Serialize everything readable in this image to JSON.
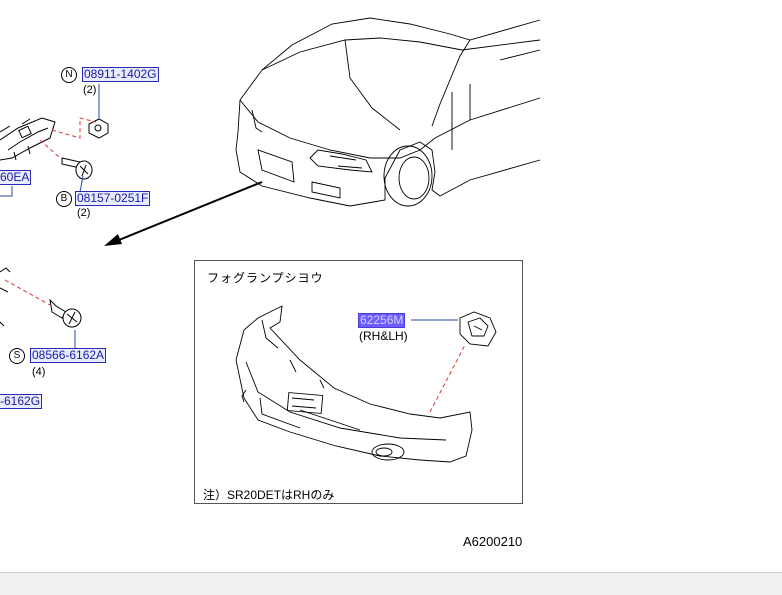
{
  "parts": {
    "p_08911": {
      "badge": "N",
      "number": "08911-1402G",
      "qty": "(2)"
    },
    "p_60ea": {
      "number": "60EA"
    },
    "p_08157": {
      "badge": "B",
      "number": "08157-0251F",
      "qty": "(2)"
    },
    "p_08566": {
      "badge": "S",
      "number": "08566-6162A",
      "qty": "(4)"
    },
    "p_6162g": {
      "number": "-6162G"
    },
    "p_62256m": {
      "number": "62256M",
      "qty": "(RH&LH)"
    }
  },
  "inset": {
    "title": "フォグランプシヨウ",
    "note": "注）SR20DETはRHのみ"
  },
  "diagram_code": "A6200210",
  "colors": {
    "link_text": "#1a1aa6",
    "link_bg": "#e8ecff",
    "selected_bg": "#6b5cff",
    "leader": "#e03030"
  }
}
